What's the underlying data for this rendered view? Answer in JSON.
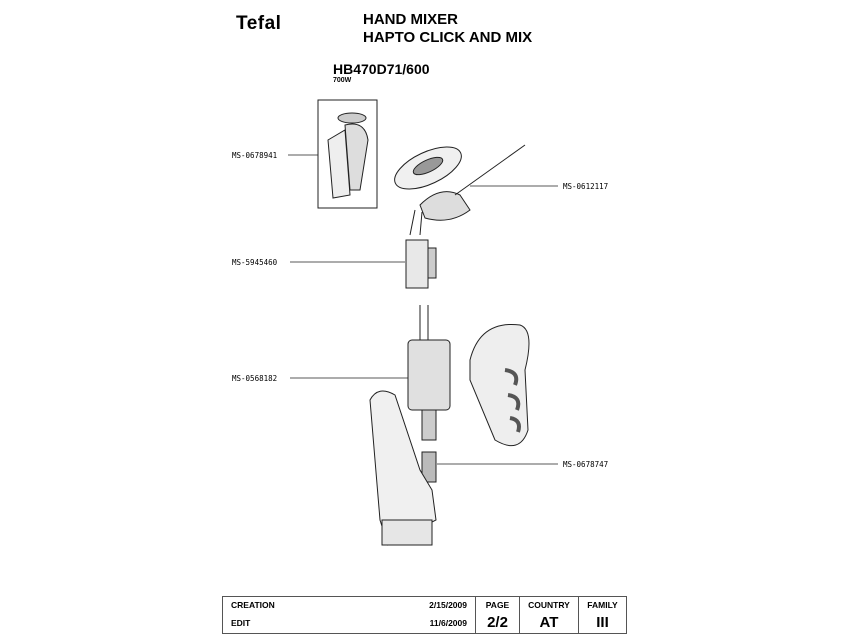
{
  "brand": "Tefal",
  "title_line1": "HAND MIXER",
  "title_line2": "HAPTO CLICK AND MIX",
  "model": "HB470D71/600",
  "power": "700W",
  "parts": [
    "MS-0678941",
    "MS-0612117",
    "MS-5945460",
    "MS-0568182",
    "MS-0678747"
  ],
  "footer": {
    "creation_label": "CREATION",
    "creation_date": "2/15/2009",
    "edit_label": "EDIT",
    "edit_date": "11/6/2009",
    "page_label": "PAGE",
    "page_value": "2/2",
    "country_label": "COUNTRY",
    "country_value": "AT",
    "family_label": "FAMILY",
    "family_value": "III"
  }
}
